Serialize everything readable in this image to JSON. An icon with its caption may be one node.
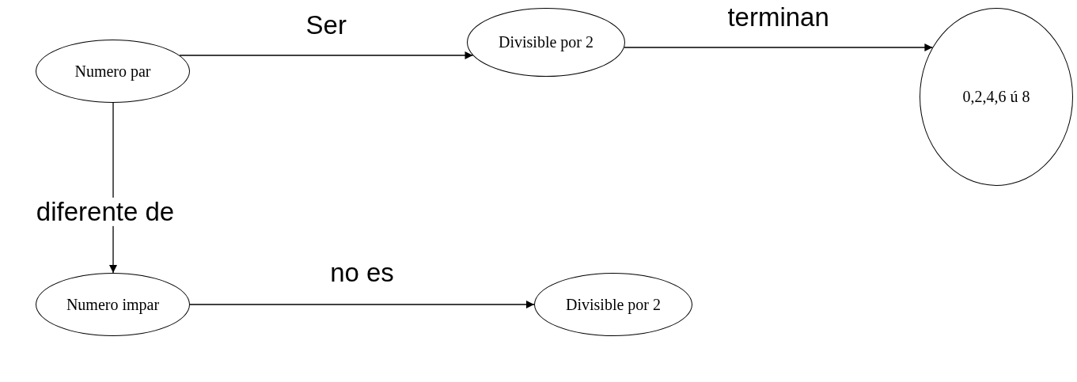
{
  "diagram": {
    "nodes": [
      {
        "text": [
          "Numero par"
        ]
      },
      {
        "text": [
          "Divisible por 2"
        ]
      },
      {
        "text": [
          "0,2,4,6 ú 8"
        ]
      },
      {
        "text": [
          "Numero impar"
        ]
      },
      {
        "text": [
          "Divisible por 2"
        ]
      }
    ],
    "edges": [
      {
        "from": 0,
        "to": 1,
        "arrow": "to",
        "label": "Ser"
      },
      {
        "from": 1,
        "to": 2,
        "arrow": "to",
        "label": "terminan"
      },
      {
        "from": 0,
        "to": 3,
        "arrow": "to",
        "label": "diferente de"
      },
      {
        "from": 3,
        "to": 4,
        "arrow": "to",
        "label": "no es"
      }
    ]
  }
}
